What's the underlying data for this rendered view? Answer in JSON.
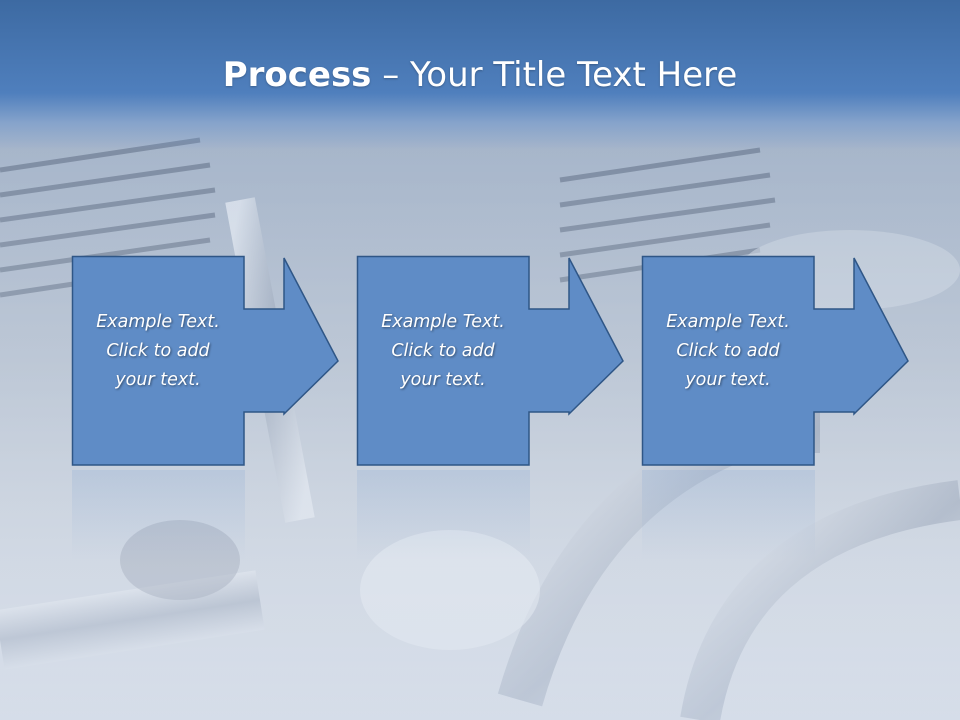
{
  "slide": {
    "title_bold": "Process",
    "title_rest": " – Your Title Text Here"
  },
  "steps": [
    {
      "line1": "Example Text.",
      "line2": "Click  to add",
      "line3": "your text."
    },
    {
      "line1": "Example Text.",
      "line2": "Click  to add",
      "line3": "your text."
    },
    {
      "line1": "Example Text.",
      "line2": "Click  to add",
      "line3": "your text."
    }
  ],
  "colors": {
    "header": "#4f7fbd",
    "box_fill": "#5f8cc6",
    "box_border": "#2f5686",
    "text": "#ffffff"
  },
  "background": {
    "icon": "chrome-motorcycle-engine-photo"
  }
}
